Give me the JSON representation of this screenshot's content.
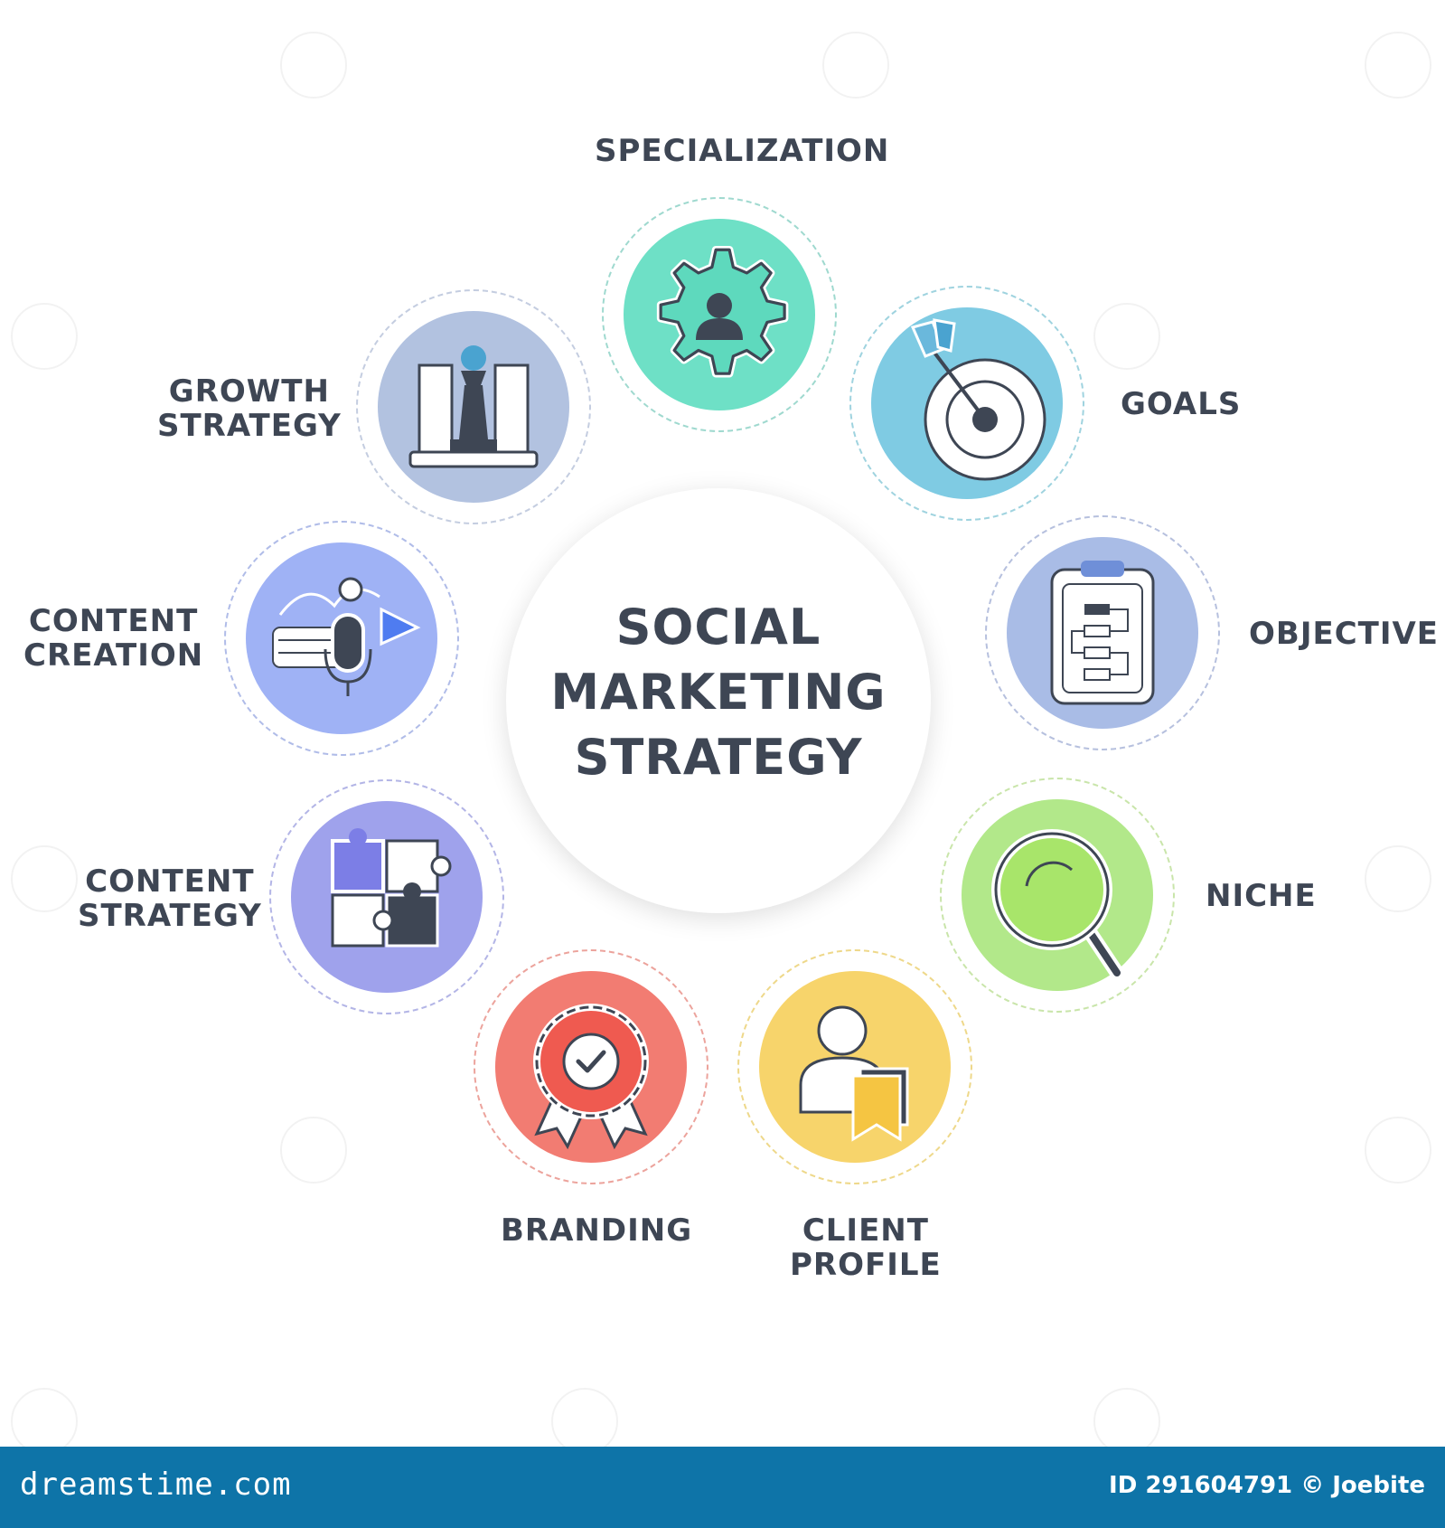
{
  "center": {
    "title_lines": [
      "SOCIAL",
      "MARKETING",
      "STRATEGY"
    ]
  },
  "nodes": [
    {
      "id": "specialization",
      "label_lines": [
        "SPECIALIZATION"
      ],
      "icon": "gear-person-icon",
      "color": "#6ee0c6",
      "ring_color": "#9fd9cf"
    },
    {
      "id": "goals",
      "label_lines": [
        "GOALS"
      ],
      "icon": "target-arrow-icon",
      "color": "#7fcbe3",
      "ring_color": "#9fd3df"
    },
    {
      "id": "objective",
      "label_lines": [
        "OBJECTIVE"
      ],
      "icon": "clipboard-flowchart-icon",
      "color": "#a9bce6",
      "ring_color": "#b6c0de"
    },
    {
      "id": "niche",
      "label_lines": [
        "NICHE"
      ],
      "icon": "magnifier-icon",
      "color": "#b2e88a",
      "ring_color": "#c9e5aa"
    },
    {
      "id": "client-profile",
      "label_lines": [
        "CLIENT",
        "PROFILE"
      ],
      "icon": "user-profile-icon",
      "color": "#f7d46b",
      "ring_color": "#eed88a"
    },
    {
      "id": "branding",
      "label_lines": [
        "BRANDING"
      ],
      "icon": "badge-check-icon",
      "color": "#f27c72",
      "ring_color": "#eca39c"
    },
    {
      "id": "content-strategy",
      "label_lines": [
        "CONTENT",
        "STRATEGY"
      ],
      "icon": "puzzle-icon",
      "color": "#9fa2ec",
      "ring_color": "#b3b5e6"
    },
    {
      "id": "content-creation",
      "label_lines": [
        "CONTENT",
        "CREATION"
      ],
      "icon": "microphone-icon",
      "color": "#9fb2f5",
      "ring_color": "#b0bce8"
    },
    {
      "id": "growth-strategy",
      "label_lines": [
        "GROWTH",
        "STRATEGY"
      ],
      "icon": "chess-icon",
      "color": "#b2c2e0",
      "ring_color": "#c4cde0"
    }
  ],
  "footer": {
    "site": "dreamstime.com",
    "id_text": "ID 291604791 © Joebite"
  }
}
